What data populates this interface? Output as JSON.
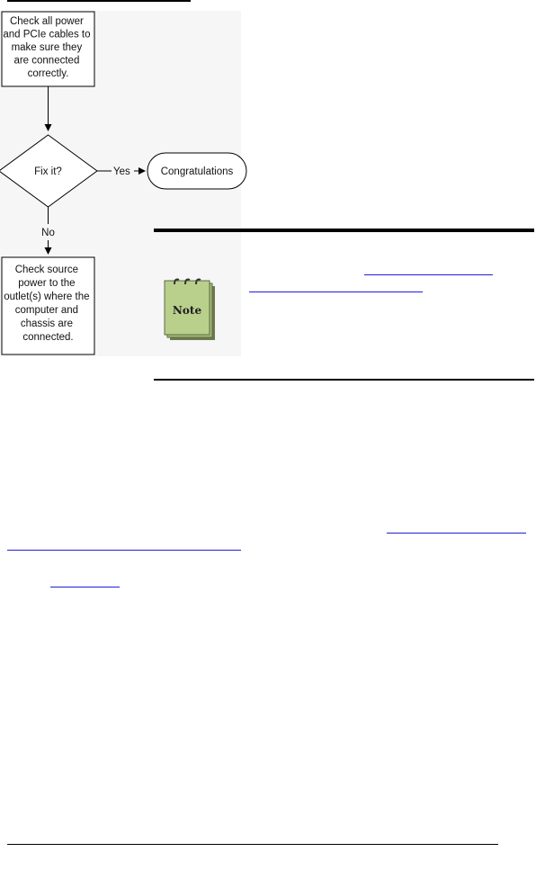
{
  "flowchart": {
    "step1": [
      "Check all power",
      "and PCIe cables to",
      "make sure they",
      "are connected",
      "correctly."
    ],
    "decision": "Fix it?",
    "yes_label": "Yes",
    "no_label": "No",
    "success": "Congratulations",
    "step2": [
      "Check source",
      "power to the",
      "outlet(s) where the",
      "computer and",
      "chassis are",
      "connected."
    ]
  },
  "note": {
    "icon_label": "Note"
  },
  "colors": {
    "link": "#1f1fd9",
    "note_paper": "#b9cf8c",
    "flow_bg": "#f6f6f6"
  }
}
